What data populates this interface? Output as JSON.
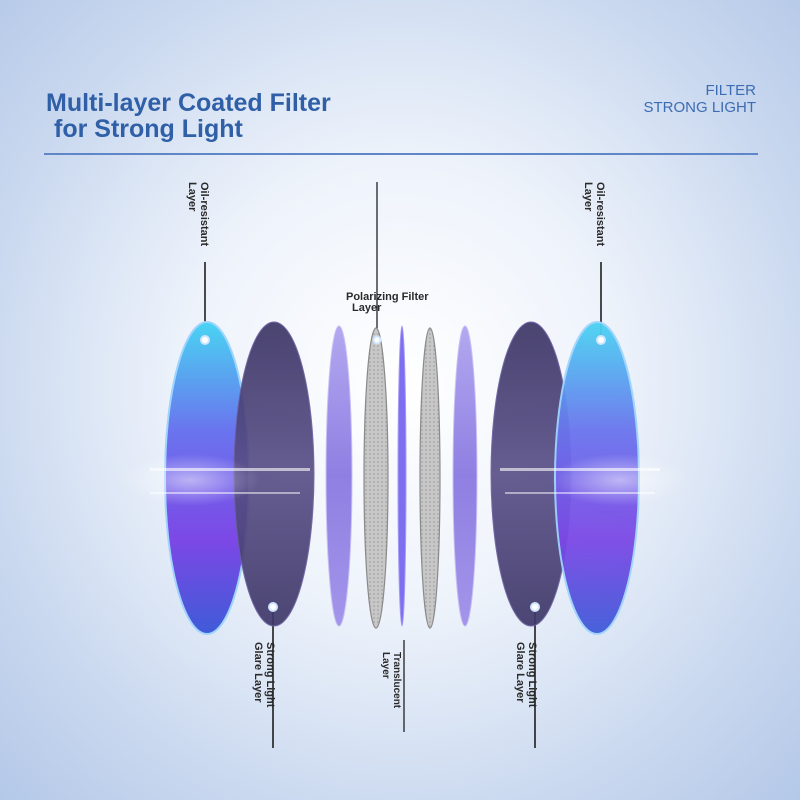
{
  "header": {
    "title_line1": "Multi-layer Coated Filter",
    "title_line2": "for Strong Light",
    "tag_line1": "FILTER",
    "tag_line2": "STRONG LIGHT"
  },
  "labels": {
    "oil_left_1": "Oil-resistant",
    "oil_left_2": "Layer",
    "oil_right_1": "Oil-resistant",
    "oil_right_2": "Layer",
    "polarizing_1": "Polarizing Filter",
    "polarizing_2": "Layer",
    "glare_left_1": "Strong Light",
    "glare_left_2": "Glare Layer",
    "glare_right_1": "Strong Light",
    "glare_right_2": "Glare Layer",
    "translucent_1": "Translucent",
    "translucent_2": "Layer"
  },
  "colors": {
    "title": "#2f5fa7",
    "rule": "#5f86c6",
    "coated_lens": "#7c5cf0",
    "dark_lens": "#4c4270",
    "thin_lens": "#9b8ee0",
    "polarizer": "#bdbdbd"
  }
}
